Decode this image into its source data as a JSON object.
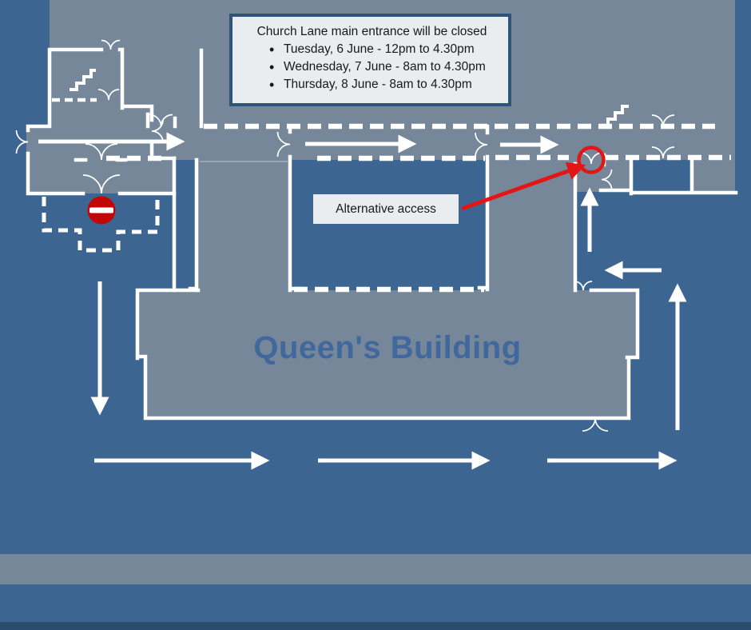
{
  "notice": {
    "title": "Church Lane main entrance will be closed",
    "items": [
      "Tuesday, 6 June - 12pm to 4.30pm",
      "Wednesday, 7 June - 8am to 4.30pm",
      "Thursday, 8 June - 8am to 4.30pm"
    ]
  },
  "labels": {
    "alternative_access": "Alternative access",
    "building_name": "Queen's Building"
  },
  "colors": {
    "background_blue": "#3d6591",
    "building_gray": "#76879a",
    "wall_white": "#ffffff",
    "notice_bg": "#e9edef",
    "notice_border": "#2f547a",
    "annotation_red": "#e31515",
    "no_entry_red": "#c20606",
    "building_label_blue": "#40689c",
    "footer_strip_blue": "#2c4c6e"
  },
  "icons": {
    "no_entry": "no-entry-icon",
    "stairs": "stairs-icon",
    "double_door": "double-door-icon",
    "route_arrow": "route-arrow-icon",
    "closed_door_highlight": "closed-door-circle-icon"
  }
}
